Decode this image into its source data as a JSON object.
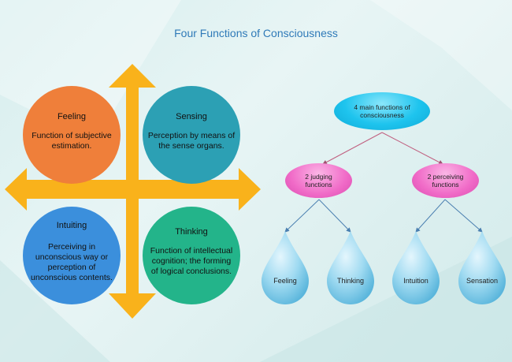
{
  "title": "Four Functions of Consciousness",
  "colors": {
    "arrow": "#f9b21b",
    "feeling": "#ef7f3a",
    "sensing": "#2ca0b4",
    "intuiting": "#3b8fdc",
    "thinking": "#23b48a",
    "root_oval": "#1ec4ee",
    "judging_oval": "#f06ac7",
    "drop": "#8fd3ee",
    "connector": "#c06080"
  },
  "quadrants": {
    "feeling": {
      "title": "Feeling",
      "description": "Function of subjective estimation."
    },
    "sensing": {
      "title": "Sensing",
      "description": "Perception by means of the sense organs."
    },
    "intuiting": {
      "title": "Intuiting",
      "description": "Perceiving in unconscious way or perception of unconscious contents."
    },
    "thinking": {
      "title": "Thinking",
      "description": "Function of intellectual cognition; the forming of logical conclusions."
    }
  },
  "tree": {
    "root": "4 main functions of consciousness",
    "judging": "2 judging functions",
    "perceiving": "2 perceiving functions",
    "leaves": [
      "Feeling",
      "Thinking",
      "Intuition",
      "Sensation"
    ]
  }
}
